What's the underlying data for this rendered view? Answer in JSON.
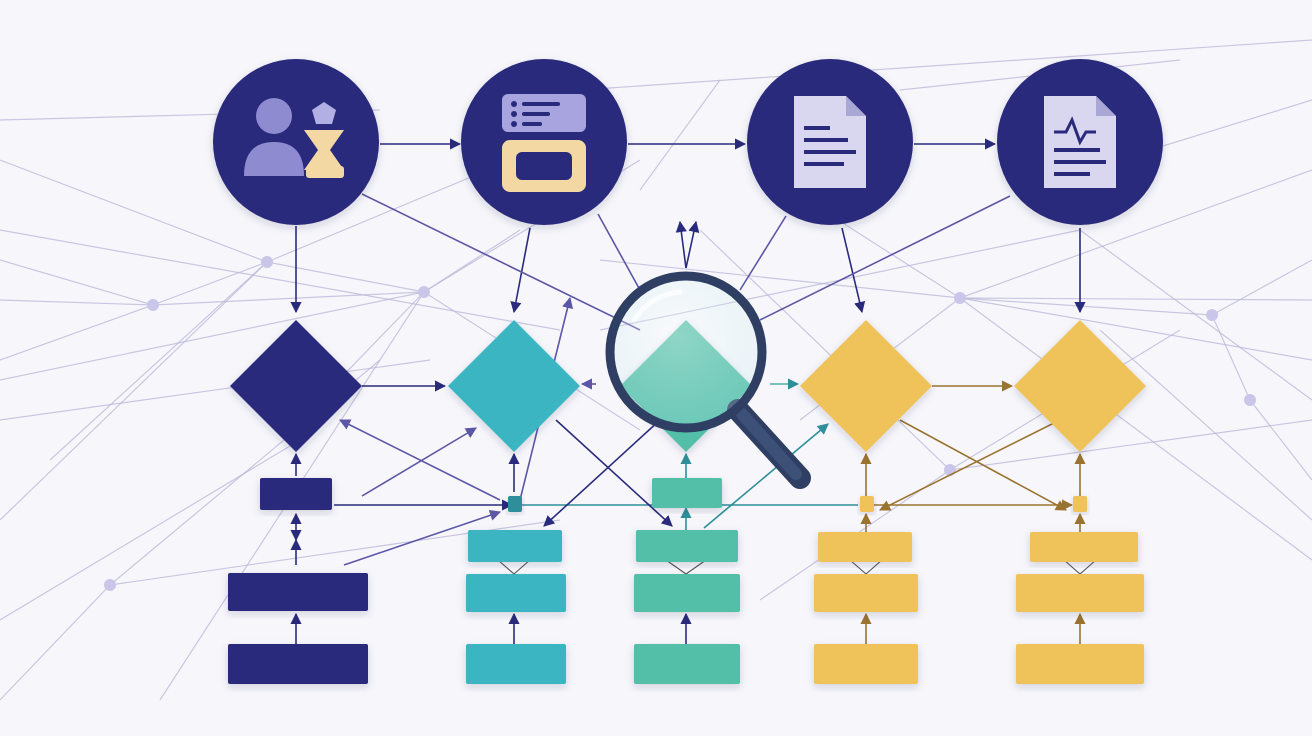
{
  "colors": {
    "background": "#f7f7fb",
    "navy": "#2a2a7c",
    "teal": "#3ab5c2",
    "mint": "#52bfa8",
    "gold": "#f0c35a",
    "web": "#b9b6d8",
    "glass_rim": "#2f3f63"
  },
  "columns": [
    {
      "id": "c1",
      "color": "navy",
      "icon": "user-group-funnel-icon"
    },
    {
      "id": "c2",
      "color": "teal",
      "icon": "panel-list-screen-icon"
    },
    {
      "id": "c3",
      "color": "mint",
      "icon": null
    },
    {
      "id": "c4",
      "color": "gold",
      "icon": "document-lines-icon"
    },
    {
      "id": "c5",
      "color": "gold",
      "icon": "document-chart-icon"
    }
  ],
  "overlay_icon": "magnifying-glass-icon"
}
